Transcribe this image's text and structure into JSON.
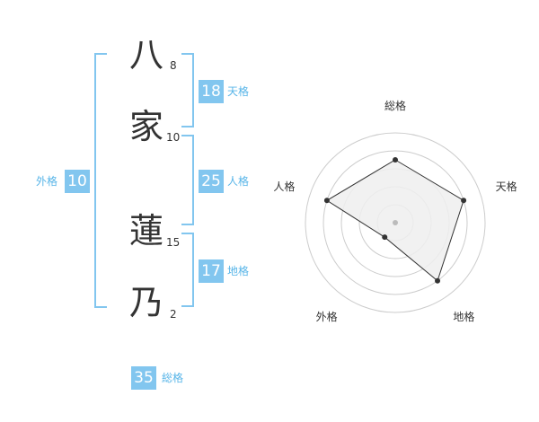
{
  "name": {
    "chars": [
      {
        "char": "八",
        "strokes": "8"
      },
      {
        "char": "家",
        "strokes": "10"
      },
      {
        "char": "蓮",
        "strokes": "15"
      },
      {
        "char": "乃",
        "strokes": "2"
      }
    ]
  },
  "kaku": {
    "tenkaku": {
      "value": "18",
      "label": "天格"
    },
    "jinkaku": {
      "value": "25",
      "label": "人格"
    },
    "chikaku": {
      "value": "17",
      "label": "地格"
    },
    "gaikaku": {
      "value": "10",
      "label": "外格"
    },
    "soukaku": {
      "value": "35",
      "label": "総格"
    }
  },
  "chart_data": {
    "type": "radar",
    "axes": [
      "総格",
      "天格",
      "地格",
      "外格",
      "人格"
    ],
    "values": [
      0.7,
      0.8,
      0.8,
      0.2,
      0.8
    ],
    "rings": 5,
    "colors": {
      "fill": "#eeeeee",
      "line": "#333333",
      "ring": "#cccccc",
      "center": "#bbbbbb"
    }
  },
  "colors": {
    "accent": "#82c6ef",
    "label": "#58b5e8",
    "text": "#333333"
  }
}
